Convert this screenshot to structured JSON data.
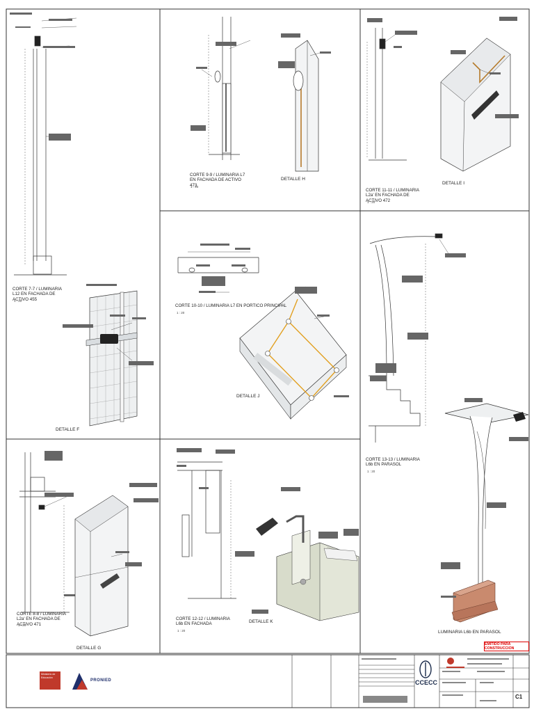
{
  "panels": [
    {
      "title": "CORTE 7-7 / LUMINARIA L12 EN FACHADA DE ACTIVO 455",
      "scale": "1 : 20"
    },
    {
      "title": "CORTE 9-9 / LUMINARIA L7 EN FACHADA DE ACTIVO 473",
      "scale": "1 : 20"
    },
    {
      "title": "CORTE 11-11 / LUMINARIA L2a' EN FACHADA DE ACTIVO 472",
      "scale": "1 : 20"
    },
    {
      "title": "CORTE 10-10 / LUMINARIA L7 EN PORTICO PRINCIPAL",
      "scale": "1 : 20"
    },
    {
      "title": "CORTE 13-13 / LUMINARIA L6b EN PARASOL",
      "scale": "1 : 20"
    },
    {
      "title": "CORTE 8-8 / LUMINARIA L2a' EN FACHADA DE ACTIVO 471",
      "scale": "1 : 20"
    },
    {
      "title": "CORTE 12-12 / LUMINARIA L6b EN FACHADA",
      "scale": "1 : 20"
    }
  ],
  "details": {
    "h": "DETALLE H",
    "i": "DETALLE I",
    "f": "DETALLE F",
    "j": "DETALLE J",
    "g": "DETALLE G",
    "k": "DETALLE K",
    "parasol": "LUMINARIA L6b EN PARASOL"
  },
  "stamp": "EMITIDO PARA CONSTRUCCION",
  "title_block": {
    "ministry": "Ministerio de Educación",
    "pronied": "PRONIED",
    "contractor": "CCECC",
    "sheet_number": "C1"
  },
  "colors": {
    "line": "#333333",
    "accent_orange": "#e2a020",
    "wall_fill": "#d9dde0",
    "concrete_fill": "#e3e6d8",
    "brick_fill": "#c98a6e",
    "stamp_red": "#dd0000"
  }
}
